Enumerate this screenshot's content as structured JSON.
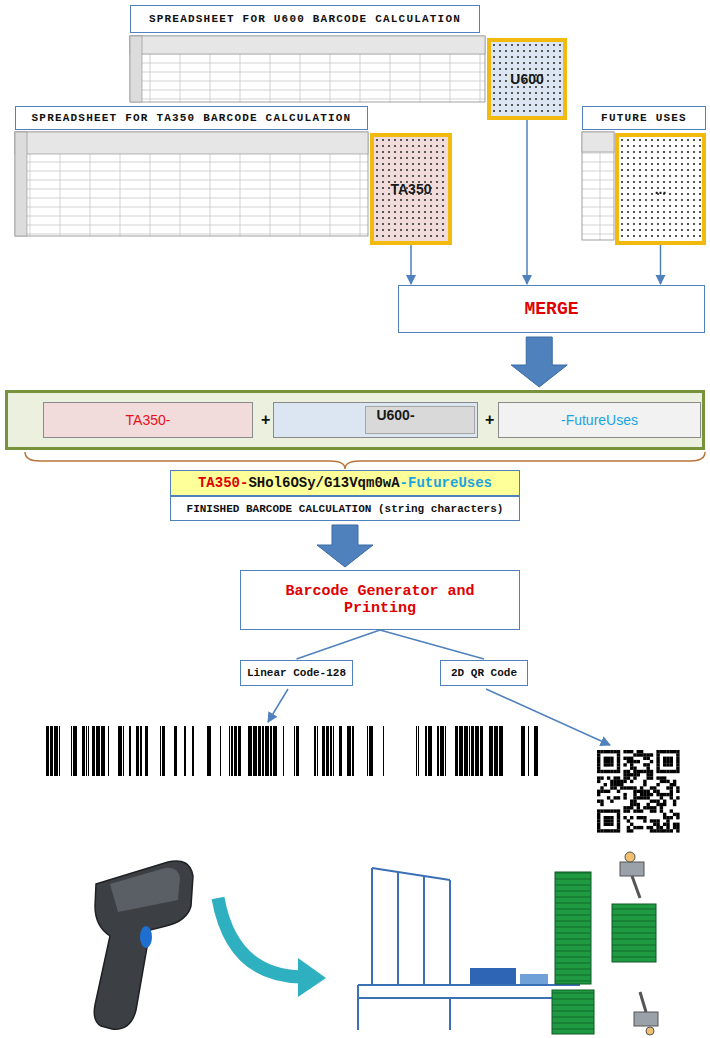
{
  "diagram": {
    "nodes": [
      {
        "text": [
          "SPREADSHEET FOR U600 BARCODE CALCULATION"
        ]
      },
      {
        "text": [
          "U600"
        ]
      },
      {
        "text": [
          "SPREADSHEET FOR TA350 BARCODE CALCULATION"
        ]
      },
      {
        "text": [
          "FUTURE USES"
        ]
      },
      {
        "text": [
          "TA350"
        ]
      },
      {
        "text": [
          "..."
        ]
      },
      {
        "text": [
          "MERGE"
        ]
      },
      {
        "text": [
          "+",
          "+"
        ]
      },
      {
        "text": [
          "TA350-"
        ],
        "in": 7
      },
      {
        "text": [
          "U600-"
        ],
        "in": 7
      },
      {
        "text": [
          "-FutureUses"
        ],
        "in": 7
      },
      {
        "text": [
          "TA350-",
          "SHol6OSy/G13Vqm0wA",
          "-FutureUses"
        ]
      },
      {
        "text": [
          "FINISHED BARCODE CALCULATION (string characters)"
        ]
      },
      {
        "text": [
          "Barcode Generator and Printing"
        ]
      },
      {
        "text": [
          "Linear Code-128"
        ]
      },
      {
        "text": [
          "2D QR Code"
        ]
      }
    ],
    "edges": [
      {
        "from": 4,
        "to": 6,
        "arrow": "to"
      },
      {
        "from": 1,
        "to": 6,
        "arrow": "to"
      },
      {
        "from": 5,
        "to": 6,
        "arrow": "to"
      },
      {
        "from": 6,
        "to": 7,
        "arrow": "to"
      },
      {
        "from": 12,
        "to": 13,
        "arrow": "to"
      },
      {
        "from": 13,
        "to": 14,
        "arrow": "none"
      },
      {
        "from": 13,
        "to": 15,
        "arrow": "none"
      }
    ]
  }
}
